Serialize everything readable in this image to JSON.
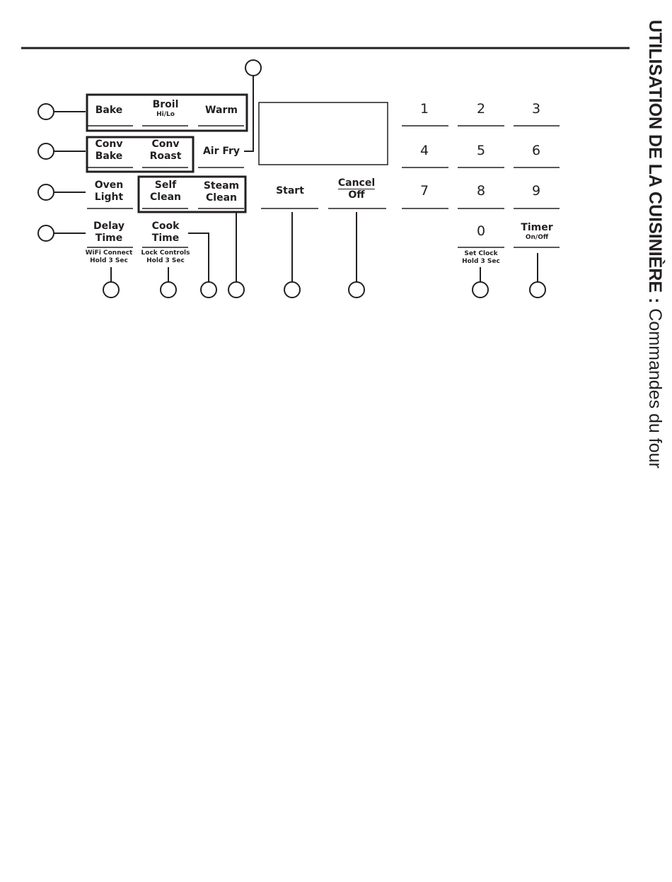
{
  "side_title": {
    "bold": "UTILISATION DE LA CUISINIÈRE :",
    "regular": "Commandes du four"
  },
  "buttons": {
    "bake": "Bake",
    "broil": "Broil",
    "broil_sub": "Hi/Lo",
    "warm": "Warm",
    "conv_bake_1": "Conv",
    "conv_bake_2": "Bake",
    "conv_roast_1": "Conv",
    "conv_roast_2": "Roast",
    "air_fry": "Air Fry",
    "oven_light_1": "Oven",
    "oven_light_2": "Light",
    "self_clean_1": "Self",
    "self_clean_2": "Clean",
    "steam_clean_1": "Steam",
    "steam_clean_2": "Clean",
    "delay_time_1": "Delay",
    "delay_time_2": "Time",
    "delay_sub_1": "WiFi Connect",
    "delay_sub_2": "Hold 3 Sec",
    "cook_time_1": "Cook",
    "cook_time_2": "Time",
    "cook_sub_1": "Lock Controls",
    "cook_sub_2": "Hold 3 Sec",
    "start": "Start",
    "cancel": "Cancel",
    "off": "Off",
    "timer": "Timer",
    "timer_sub": "On/Off",
    "zero_sub_1": "Set Clock",
    "zero_sub_2": "Hold 3 Sec"
  },
  "keypad": [
    "1",
    "2",
    "3",
    "4",
    "5",
    "6",
    "7",
    "8",
    "9",
    "0"
  ]
}
